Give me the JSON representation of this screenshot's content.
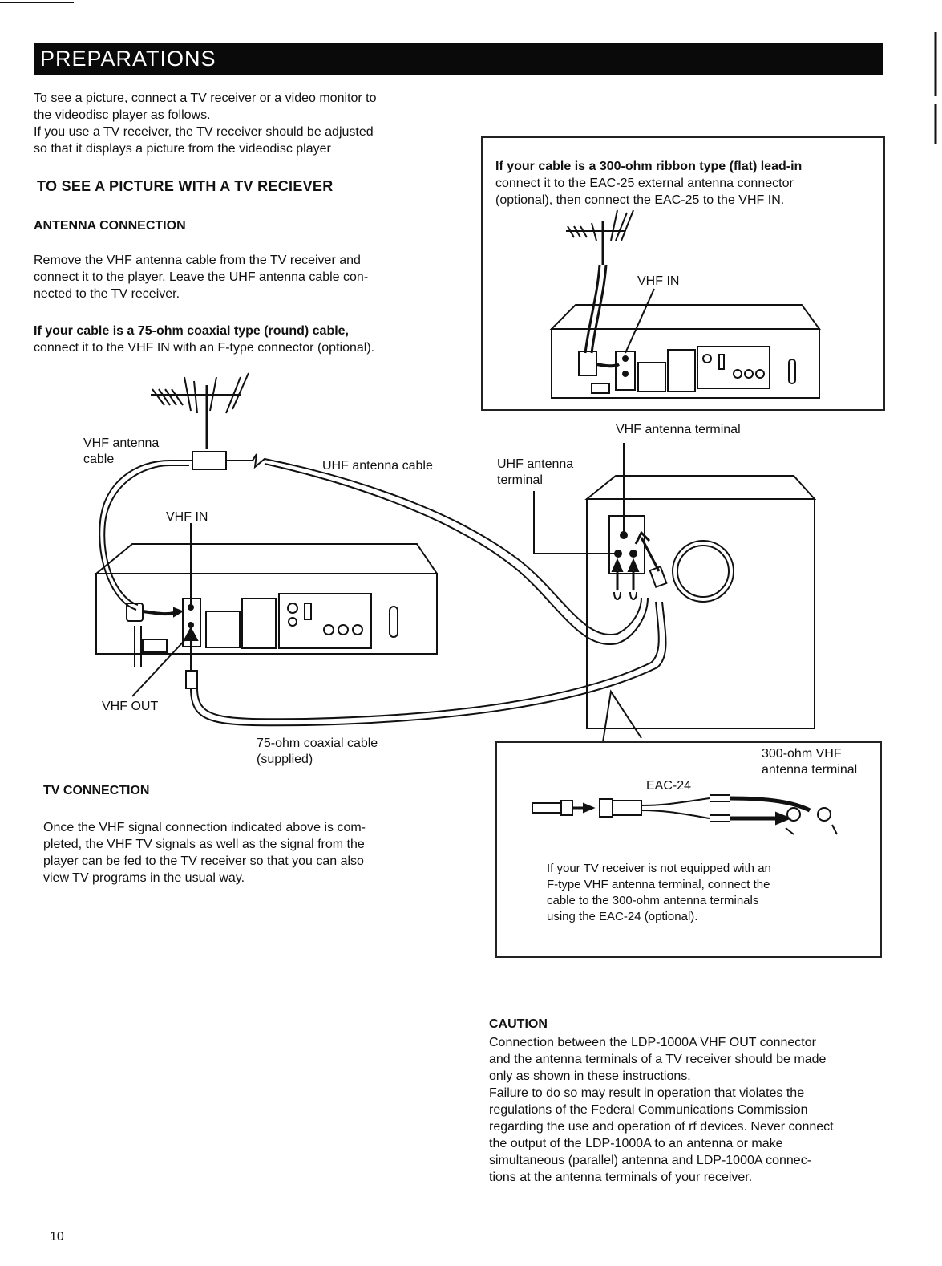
{
  "header": {
    "title": "PREPARATIONS"
  },
  "intro": {
    "line1": "To see a picture, connect a TV receiver or a video monitor to",
    "line2": "the videodisc player as follows.",
    "line3": "If you use a TV receiver, the TV receiver should be adjusted",
    "line4": "so that it displays a picture from the videodisc player"
  },
  "section_title": "TO SEE A PICTURE WITH A TV RECIEVER",
  "antenna": {
    "heading": "ANTENNA CONNECTION",
    "line1": "Remove the VHF antenna cable from the TV receiver and",
    "line2": "connect it to the player. Leave the UHF antenna cable con-",
    "line3": "nected to the TV receiver.",
    "coax_line1": "If your cable is a 75-ohm coaxial type (round) cable,",
    "coax_line2": "connect it to the VHF IN with an F-type connector (optional)."
  },
  "ribbon_box": {
    "line1": "If your cable is a 300-ohm ribbon type (flat) lead-in",
    "line2": "connect it to the EAC-25 external antenna connector",
    "line3": "(optional), then connect the EAC-25 to the VHF IN.",
    "vhf_in": "VHF IN"
  },
  "diagram": {
    "vhf_antenna_cable_1": "VHF antenna",
    "vhf_antenna_cable_2": "cable",
    "uhf_antenna_cable": "UHF antenna cable",
    "vhf_in": "VHF IN",
    "vhf_out": "VHF OUT",
    "vhf_antenna_terminal": "VHF antenna terminal",
    "uhf_antenna_terminal_1": "UHF antenna",
    "uhf_antenna_terminal_2": "terminal",
    "coax_cable_1": "75-ohm coaxial cable",
    "coax_cable_2": "(supplied)"
  },
  "eac_box": {
    "terminal_1": "300-ohm VHF",
    "terminal_2": "antenna terminal",
    "eac24": "EAC-24",
    "line1": "If your TV receiver is not equipped with an",
    "line2": "F-type VHF antenna terminal, connect the",
    "line3": "cable to the 300-ohm antenna terminals",
    "line4": "using the EAC-24 (optional)."
  },
  "tv_connection": {
    "heading": "TV CONNECTION",
    "line1": "Once the VHF signal connection indicated above is com-",
    "line2": "pleted, the VHF TV signals as well as the signal from the",
    "line3": "player can be fed to the TV receiver so that you can also",
    "line4": "view TV programs in the usual way."
  },
  "caution": {
    "heading": "CAUTION",
    "line1": "Connection between the LDP-1000A VHF OUT connector",
    "line2": "and the antenna terminals of a TV receiver should be made",
    "line3": "only as shown in these instructions.",
    "line4": "Failure to do so may result in operation that violates the",
    "line5": "regulations of the Federal Communications Commission",
    "line6": "regarding the use and operation of rf devices. Never connect",
    "line7": "the output of the LDP-1000A to an antenna or make",
    "line8": "simultaneous (parallel) antenna and LDP-1000A connec-",
    "line9": "tions at the antenna terminals of your receiver."
  },
  "page_number": "10"
}
